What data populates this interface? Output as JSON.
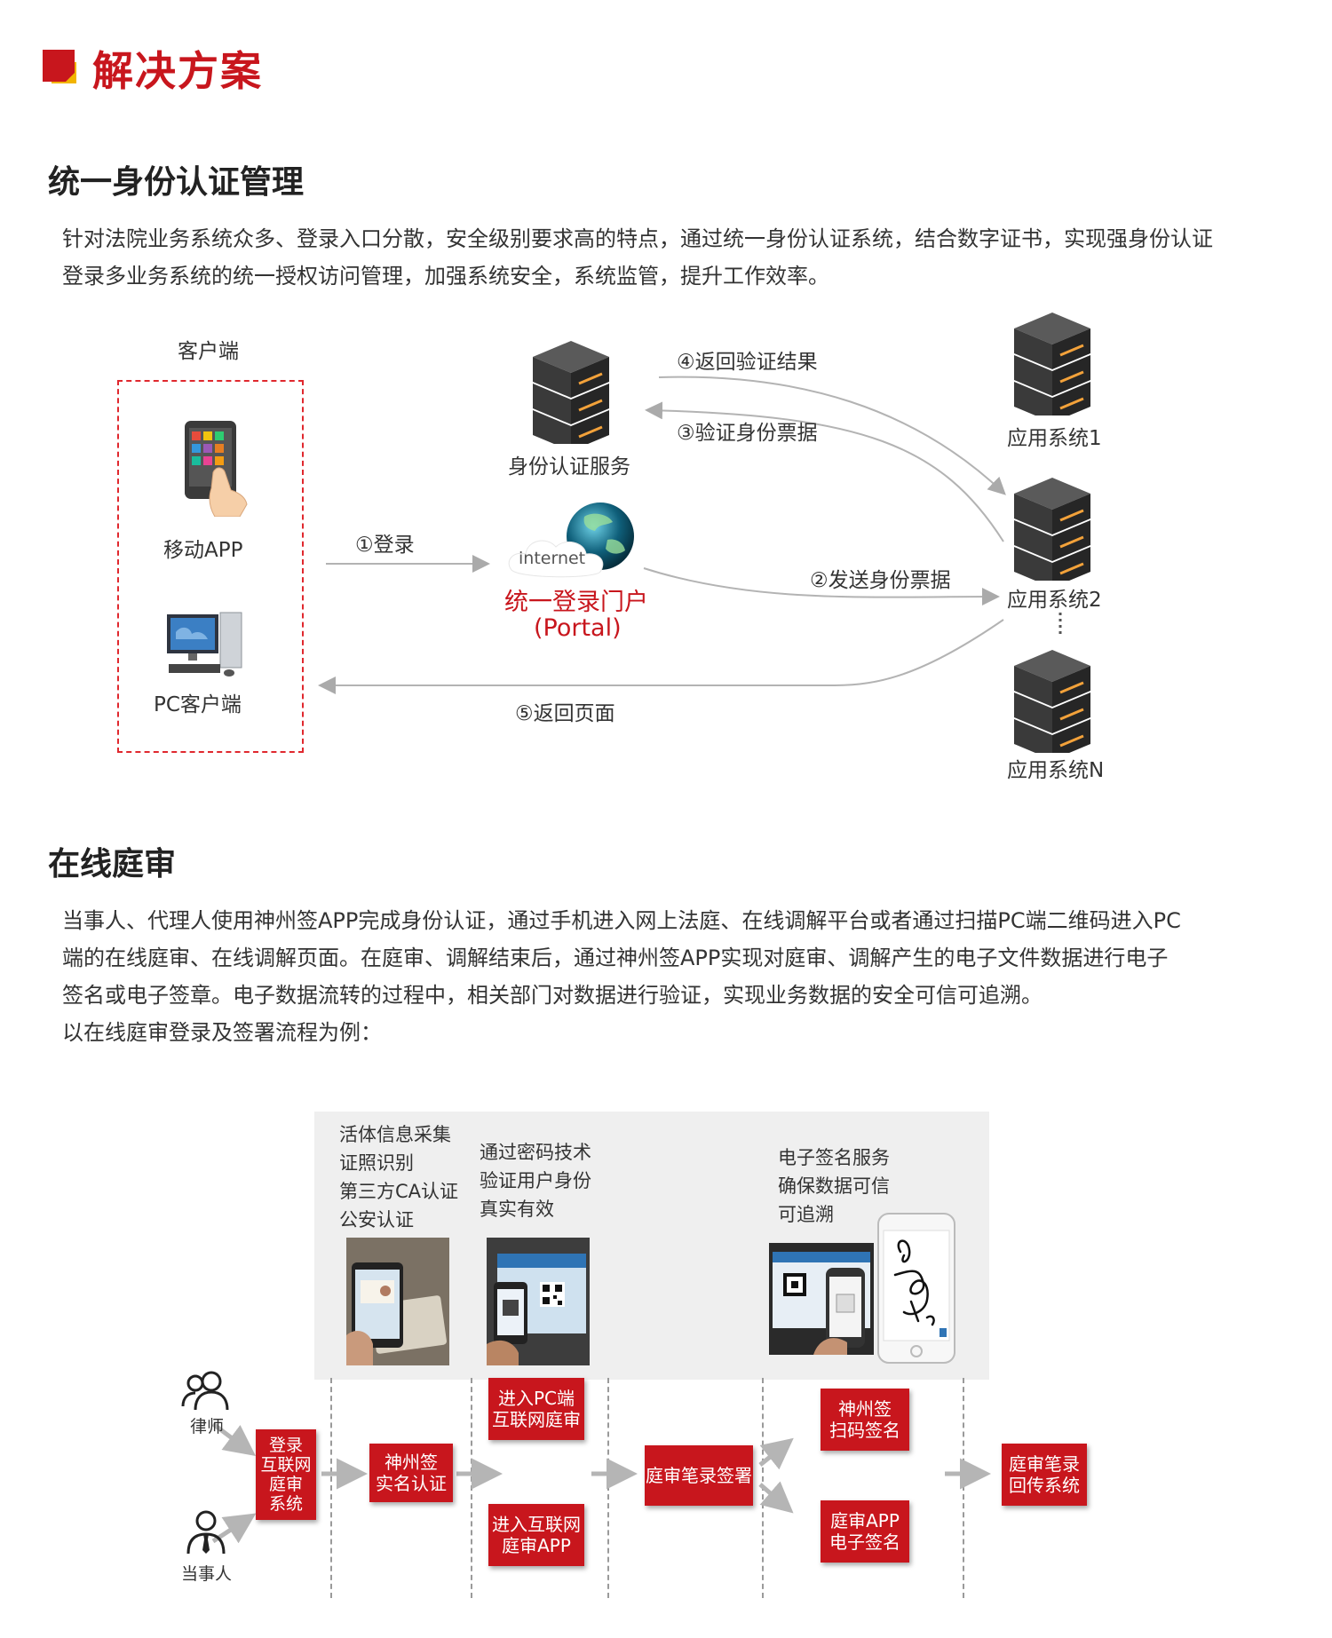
{
  "header": {
    "title": "解决方案"
  },
  "section1": {
    "title": "统一身份认证管理",
    "para_lines": [
      "针对法院业务系统众多、登录入口分散，安全级别要求高的特点，通过统一身份认证系统，结合数字证书，实现强身份认证",
      "登录多业务系统的统一授权访问管理，加强系统安全，系统监管，提升工作效率。"
    ]
  },
  "diagram1": {
    "client_title": "客户端",
    "mobile_label": "移动APP",
    "pc_label": "PC客户端",
    "auth_label": "身份认证服务",
    "globe_text": "internet",
    "portal_line1": "统一登录门户",
    "portal_line2": "(Portal)",
    "app1": "应用系统1",
    "app2": "应用系统2",
    "appn": "应用系统N",
    "step1": "①登录",
    "step2": "②发送身份票据",
    "step3": "③验证身份票据",
    "step4": "④返回验证结果",
    "step5": "⑤返回页面"
  },
  "section2": {
    "title": "在线庭审",
    "para_lines": [
      "当事人、代理人使用神州签APP完成身份认证，通过手机进入网上法庭、在线调解平台或者通过扫描PC端二维码进入PC",
      "端的在线庭审、在线调解页面。在庭审、调解结束后，通过神州签APP实现对庭审、调解产生的电子文件数据进行电子",
      "签名或电子签章。电子数据流转的过程中，相关部门对数据进行验证，实现业务数据的安全可信可追溯。",
      "以在线庭审登录及签署流程为例："
    ]
  },
  "diagram2": {
    "note1": [
      "活体信息采集",
      "证照识别",
      "第三方CA认证",
      "公安认证"
    ],
    "note2": [
      "通过密码技术",
      "验证用户身份",
      "真实有效"
    ],
    "note3": [
      "电子签名服务",
      "确保数据可信",
      "可追溯"
    ],
    "role_lawyer": "律师",
    "role_party": "当事人",
    "box_login": "登录\n互联网\n庭审\n系统",
    "box_realname": "神州签\n实名认证",
    "box_pc": "进入PC端\n互联网庭审",
    "box_app": "进入互联网\n庭审APP",
    "box_record": "庭审笔录签署",
    "box_scan": "神州签\n扫码签名",
    "box_esign": "庭审APP\n电子签名",
    "box_return": "庭审笔录\n回传系统"
  },
  "colors": {
    "accent": "#c8161d",
    "gold": "#f2b400",
    "server_light": "#f3a23a"
  }
}
